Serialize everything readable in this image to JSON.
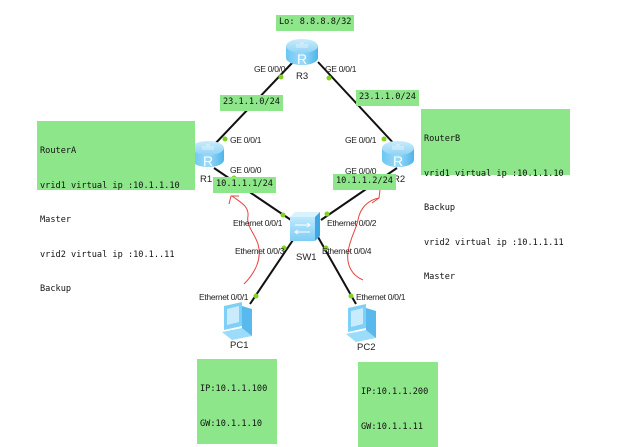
{
  "devices": {
    "r3": {
      "name": "R3",
      "type": "router"
    },
    "r1": {
      "name": "R1",
      "type": "router"
    },
    "r2": {
      "name": "R2",
      "type": "router"
    },
    "sw1": {
      "name": "SW1",
      "type": "switch"
    },
    "pc1": {
      "name": "PC1",
      "type": "pc"
    },
    "pc2": {
      "name": "PC2",
      "type": "pc"
    }
  },
  "interfaces": {
    "r3_left": "GE 0/0/0",
    "r3_right": "GE 0/0/1",
    "r1_up": "GE 0/0/1",
    "r1_down": "GE 0/0/0",
    "r2_up": "GE 0/0/1",
    "r2_down": "GE 0/0/0",
    "sw_1": "Ethernet 0/0/1",
    "sw_2": "Ethernet 0/0/2",
    "sw_3": "Ethernet 0/0/3",
    "sw_4": "Ethernet 0/0/4",
    "pc1_eth": "Ethernet 0/0/1",
    "pc2_eth": "Ethernet 0/0/1"
  },
  "notes": {
    "loopback": "Lo: 8.8.8.8/32",
    "net_left": "23.1.1.0/24",
    "net_right": "23.1.1.0/24",
    "r1_ip": "10.1.1.1/24",
    "r2_ip": "10.1.1.2/24",
    "router_a": [
      "RouterA",
      "vrid1 virtual ip :10.1.1.10",
      "Master",
      "vrid2 virtual ip :10.1..11",
      "Backup"
    ],
    "router_b": [
      "RouterB",
      "vrid1 virtual ip :10.1.1.10",
      "Backup",
      "vrid2 virtual ip :10.1.1.11",
      "Master"
    ],
    "pc1": [
      "IP:10.1.1.100",
      "GW:10.1.1.10"
    ],
    "pc2": [
      "IP:10.1.1.200",
      "GW:10.1.1.11"
    ]
  },
  "colors": {
    "note_bg": "#8ee68a",
    "link": "#111111",
    "port_dot": "#7ed321",
    "annotation": "#e8433f",
    "device": "#5bbcf0"
  }
}
